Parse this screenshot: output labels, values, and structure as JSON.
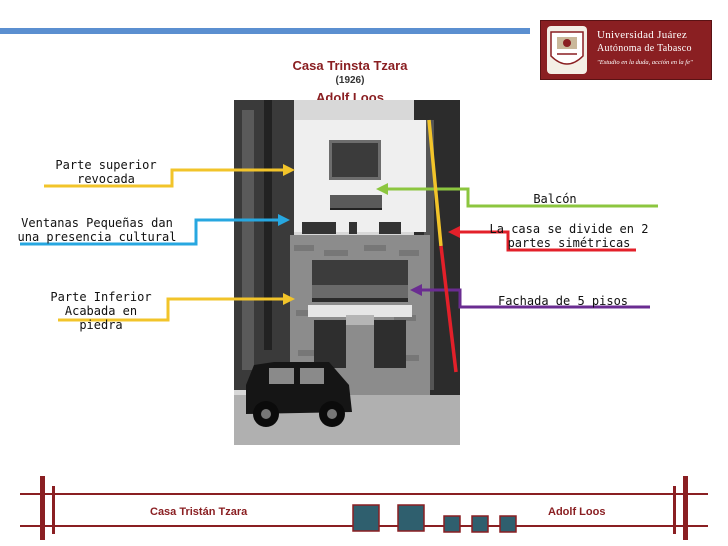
{
  "slide": {
    "title": "Casa Trinsta Tzara",
    "year": "(1926)",
    "architect": "Adolf Loos"
  },
  "logo": {
    "line1": "Universidad Juárez",
    "line2": "Autónoma de Tabasco",
    "motto": "\"Estudio en la duda, acción en la fe\""
  },
  "labels": {
    "upper": [
      "Parte superior",
      "revocada"
    ],
    "windows": [
      "Ventanas Pequeñas dan",
      "una presencia cultural"
    ],
    "lower": [
      "Parte Inferior",
      "Acabada en",
      "piedra"
    ],
    "balcony": "Balcón",
    "symmetric": [
      "La casa se divide en 2",
      "partes simétricas"
    ],
    "facade": "Fachada de 5 pisos"
  },
  "footer": {
    "left": "Casa Tristán Tzara",
    "right": "Adolf   Loos"
  },
  "colors": {
    "accent": "#8a1f22",
    "topbar": "#5b8fd0",
    "yellow": "#f2c42a",
    "cyan": "#27a7e0",
    "green": "#8cc63f",
    "red": "#e3202a",
    "purple": "#6a2c91",
    "teal_square": "#2f5f6e"
  }
}
